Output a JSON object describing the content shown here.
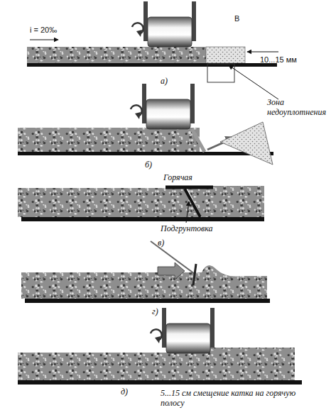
{
  "diagram": {
    "labels": [
      "i = 20‰",
      "В",
      "10...15 мм",
      "а)",
      "Зона недоуплотнения",
      "б)",
      "Горячая",
      "Подгрунтовка",
      "в)",
      "г)",
      "д)",
      "5...15 см смещение катка на горячую полосу"
    ]
  }
}
